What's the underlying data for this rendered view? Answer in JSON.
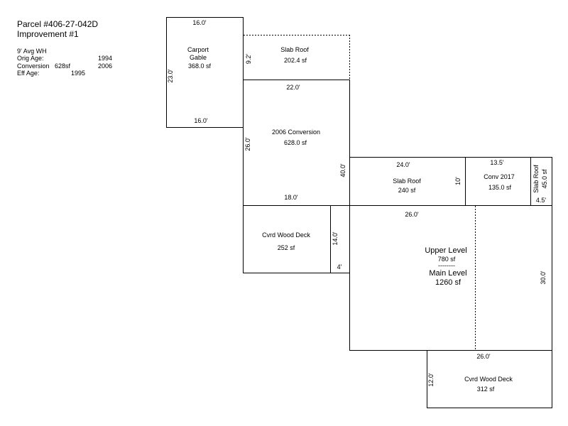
{
  "header": {
    "parcel": "Parcel #406-27-042D",
    "improvement": "Improvement #1"
  },
  "info": {
    "avg_wh": "9' Avg WH",
    "orig_age_label": "Orig Age:",
    "orig_age_value": "1994",
    "conversion_label": "Conversion",
    "conversion_sf": "628sf",
    "conversion_value": "2006",
    "eff_age_label": "Eff Age:",
    "eff_age_value": "1995"
  },
  "areas": {
    "carport": {
      "line1": "Carport",
      "line2": "Gable",
      "area": "368.0 sf",
      "top": "16.0'",
      "bottom": "16.0'",
      "side": "23.0'"
    },
    "slab_roof_top": {
      "name": "Slab Roof",
      "area": "202.4 sf",
      "side": "9.2'"
    },
    "conversion_2006": {
      "name": "2006 Conversion",
      "area": "628.0 sf",
      "top": "22.0'",
      "left": "26.0'",
      "right": "40.0'",
      "bottom": "18.0'"
    },
    "slab_roof_mid": {
      "name": "Slab Roof",
      "area": "240 sf",
      "top": "24.0'",
      "side": "10'"
    },
    "conv_2017": {
      "name": "Conv 2017",
      "area": "135.0 sf",
      "top": "13.5'"
    },
    "slab_roof_right": {
      "name": "Slab Roof",
      "area": "45.0 sf",
      "bottom": "4.5'"
    },
    "deck_left": {
      "name": "Cvrd Wood Deck",
      "area": "252 sf",
      "side": "14.0'",
      "notch": "4'"
    },
    "main": {
      "upper_name": "Upper Level",
      "upper_area": "780 sf",
      "separator": "--------",
      "main_name": "Main Level",
      "main_area": "1260 sf",
      "top": "26.0'",
      "side": "30.0'"
    },
    "deck_bottom": {
      "name": "Cvrd Wood Deck",
      "area": "312 sf",
      "top": "26.0'",
      "side": "12.0'"
    }
  }
}
